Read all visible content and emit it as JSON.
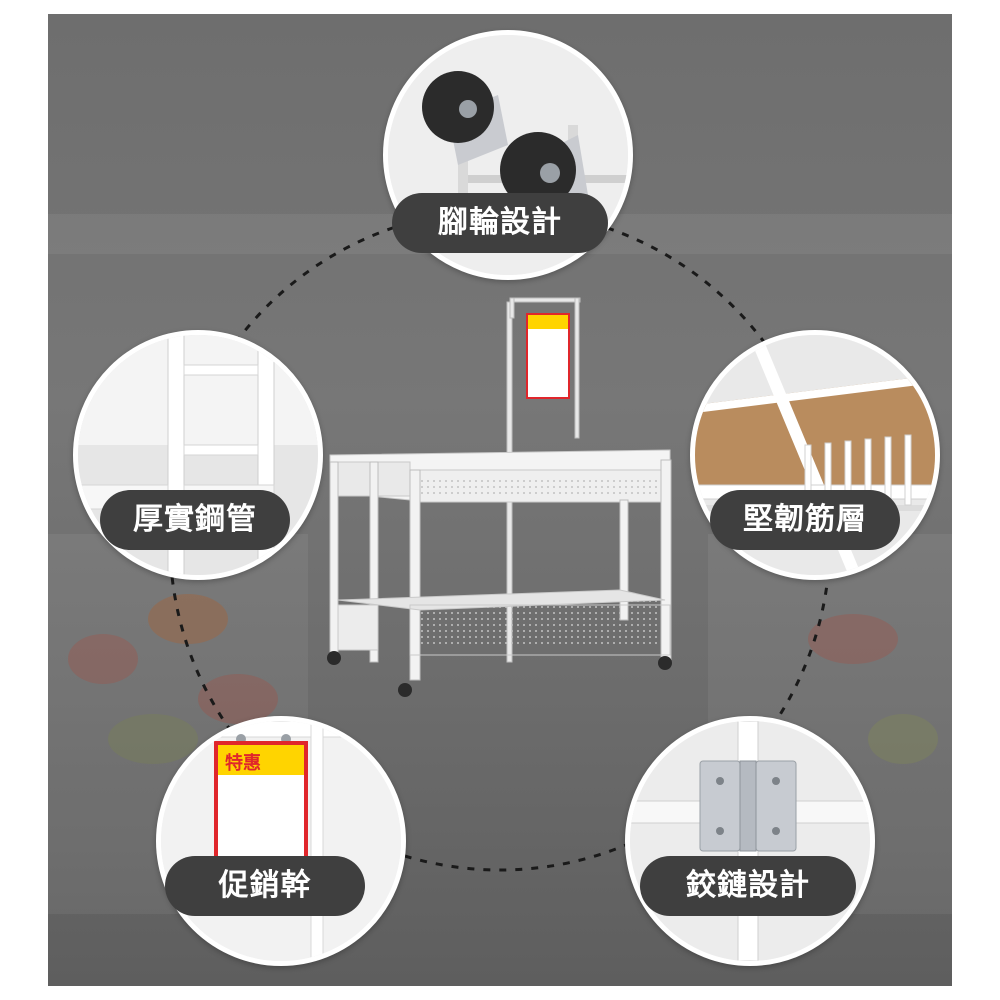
{
  "features": {
    "casters": {
      "label": "腳輪設計",
      "icon": "caster-wheel-icon"
    },
    "steel_tube": {
      "label": "厚實鋼管",
      "icon": "steel-tube-icon"
    },
    "shelf": {
      "label": "堅韌筋層",
      "icon": "shelf-panel-icon"
    },
    "promo_stand": {
      "label": "促銷幹",
      "icon": "promo-sign-icon"
    },
    "hinge": {
      "label": "鉸鏈設計",
      "icon": "hinge-icon"
    }
  },
  "sign": {
    "tag": "特惠"
  },
  "colors": {
    "label_bg": "#3f3f3f",
    "label_text": "#ffffff",
    "sign_red": "#e0262b",
    "sign_yellow": "#ffd400"
  }
}
